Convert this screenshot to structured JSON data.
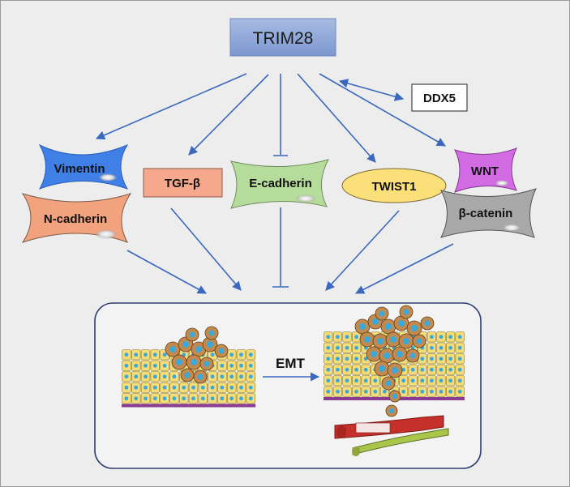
{
  "nodes": {
    "trim28": "TRIM28",
    "ddx5": "DDX5",
    "vimentin": "Vimentin",
    "n_cadherin": "N-cadherin",
    "tgf_beta": "TGF-β",
    "e_cadherin": "E-cadherin",
    "twist1": "TWIST1",
    "wnt": "WNT",
    "beta_catenin": "β-catenin"
  },
  "process": {
    "label": "EMT"
  },
  "colors": {
    "trim28_fill": "#8fa8d8",
    "vimentin_fill": "#3f7fe6",
    "n_cadherin_fill": "#f2a27c",
    "tgf_beta_fill": "#f5a88c",
    "e_cadherin_fill": "#b6dc9b",
    "twist1_fill": "#fbe07a",
    "wnt_fill": "#d36be4",
    "beta_catenin_fill": "#a8a8a8",
    "arrow": "#3a68bd",
    "cell_epithelial": "#f4dd79",
    "cell_nucleus": "#3aa8d8",
    "cell_mesenchymal": "#c48a4d",
    "basement_membrane": "#8a3c90",
    "vessel_red": "#c5302a",
    "vessel_green": "#a9c54a"
  },
  "icons": [
    "activation-arrow",
    "inhibition-bar",
    "epithelial-tissue",
    "mesenchymal-tissue",
    "blood-vessel",
    "lymph-vessel"
  ]
}
